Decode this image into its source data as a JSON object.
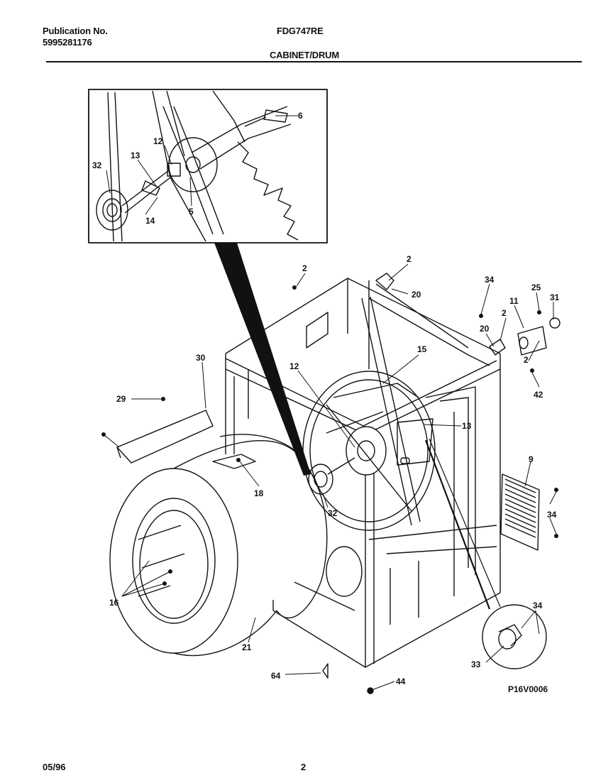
{
  "header": {
    "publication_label": "Publication No.",
    "publication_number": "5995281176",
    "model": "FDG747RE",
    "section_title": "CABINET/DRUM"
  },
  "diagram": {
    "inset_callouts": [
      "6",
      "12",
      "13",
      "32",
      "14",
      "5"
    ],
    "main_callouts": [
      "2",
      "2",
      "20",
      "34",
      "25",
      "31",
      "11",
      "2",
      "20",
      "2",
      "15",
      "30",
      "12",
      "29",
      "42",
      "13",
      "9",
      "18",
      "32",
      "34",
      "16",
      "34",
      "21",
      "33",
      "64",
      "44"
    ],
    "drawing_code": "P16V0006"
  },
  "footer": {
    "date": "05/96",
    "page_number": "2"
  }
}
